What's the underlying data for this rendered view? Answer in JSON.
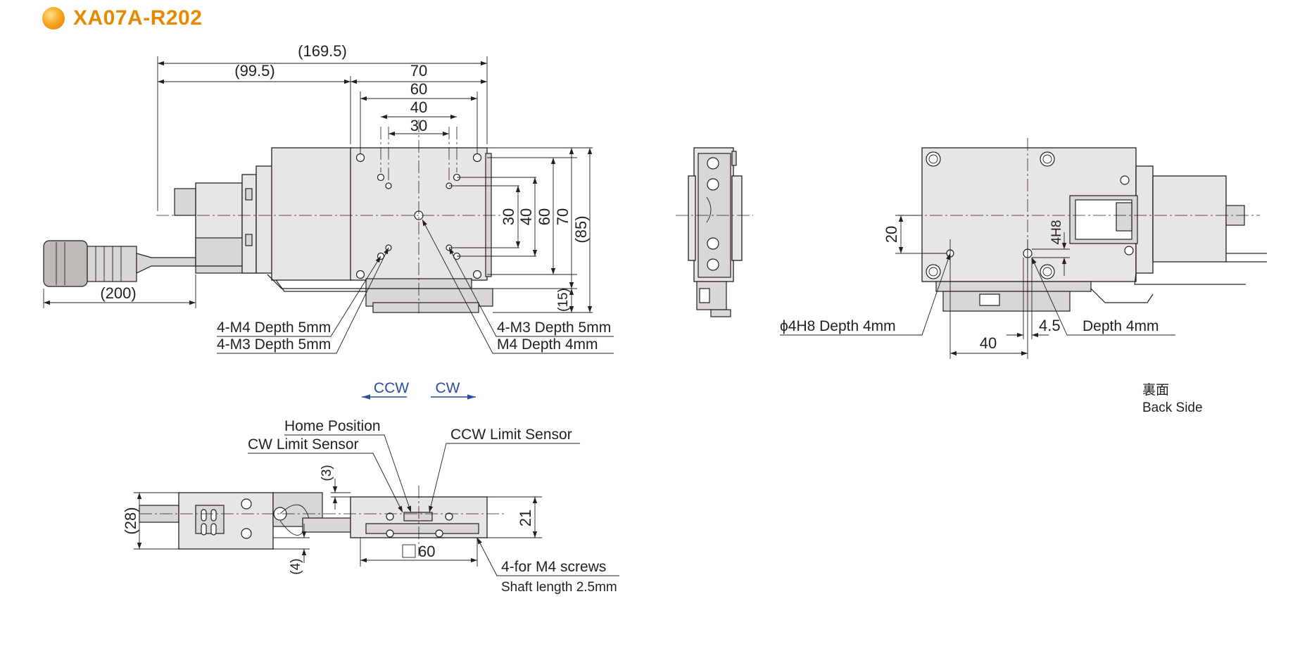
{
  "title": "XA07A-R202",
  "front_view": {
    "dims": {
      "overall": "(169.5)",
      "motor_side": "(99.5)",
      "w70": "70",
      "w60": "60",
      "w40": "40",
      "w30": "30",
      "h30": "30",
      "h40": "40",
      "h60": "60",
      "h70": "70",
      "h85": "(85)",
      "h15": "(15)",
      "cable": "(200)"
    },
    "callouts": {
      "m4_depth5": "4-M4 Depth 5mm",
      "m3_depth5_left": "4-M3 Depth 5mm",
      "m3_depth5_right": "4-M3 Depth 5mm",
      "m4_depth4": "M4 Depth 4mm"
    },
    "direction": {
      "ccw": "CCW",
      "cw": "CW"
    }
  },
  "bottom_view": {
    "dims": {
      "h28": "(28)",
      "h3": "(3)",
      "h4": "(4)",
      "h21": "21",
      "sq60": "60"
    },
    "callouts": {
      "home": "Home Position",
      "cw_limit": "CW Limit Sensor",
      "ccw_limit": "CCW Limit Sensor",
      "screws": "4-for M4 screws",
      "shaft": "Shaft length 2.5mm"
    }
  },
  "back_view": {
    "dims": {
      "h20": "20",
      "d4h8": "4H8",
      "w40": "40",
      "w45": "4.5"
    },
    "callouts": {
      "phi": "ϕ4H8 Depth 4mm",
      "depth": "Depth 4mm"
    },
    "caption_jp": "裏面",
    "caption_en": "Back Side"
  },
  "colors": {
    "title": "#e58a00",
    "arrow": "#2b4f9e",
    "body": "#e8e6e4"
  }
}
